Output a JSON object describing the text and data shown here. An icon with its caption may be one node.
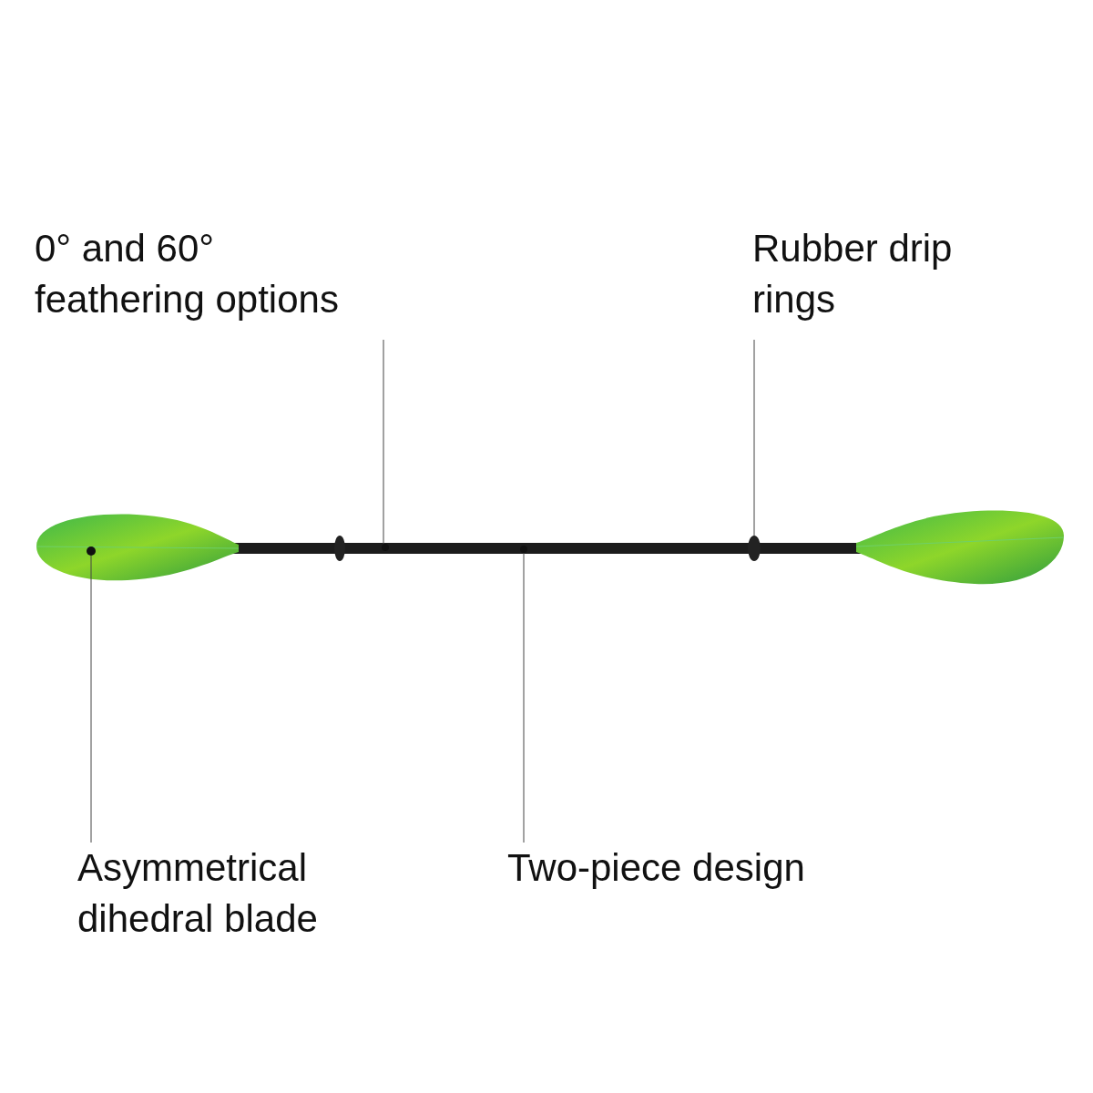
{
  "diagram": {
    "nodes": [
      {
        "text": [
          "0° and 60° feathering options"
        ]
      },
      {
        "text": [
          "Rubber drip rings"
        ]
      },
      {
        "text": [
          "Asymmetrical dihedral blade"
        ]
      },
      {
        "text": [
          "Two-piece design"
        ]
      },
      {
        "text": [],
        "shape": "circle"
      },
      {
        "text": [],
        "shape": "circle"
      },
      {
        "text": [],
        "shape": "circle"
      },
      {
        "text": [],
        "shape": "ring"
      }
    ],
    "edges": [
      {
        "from": 0,
        "to": 5,
        "arrow": "none"
      },
      {
        "from": 1,
        "to": 7,
        "arrow": "none"
      },
      {
        "from": 2,
        "to": 4,
        "arrow": "none"
      },
      {
        "from": 3,
        "to": 6,
        "arrow": "none"
      }
    ]
  }
}
